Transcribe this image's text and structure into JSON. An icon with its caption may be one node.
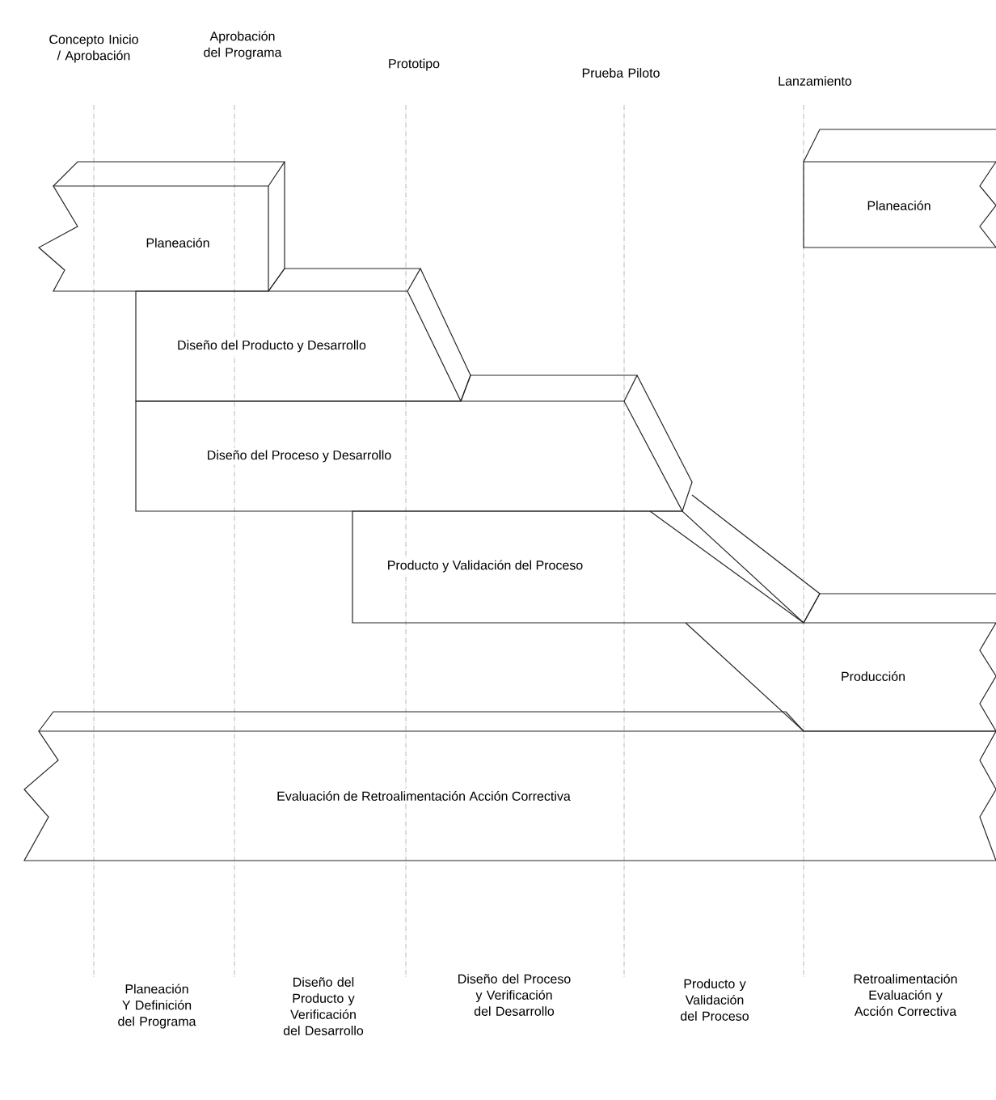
{
  "diagram": {
    "nodes": [
      {
        "text": [
          "Planeación"
        ]
      },
      {
        "text": [
          "Planeación"
        ]
      },
      {
        "text": [
          "Diseño del Producto y Desarrollo"
        ]
      },
      {
        "text": [
          "Diseño del Proceso y Desarrollo"
        ]
      },
      {
        "text": [
          "Producto y Validación del Proceso"
        ]
      },
      {
        "text": [
          "Producción"
        ]
      },
      {
        "text": [
          "Evaluación de Retroalimentación Acción Correctiva"
        ]
      }
    ],
    "labels": [
      "Concepto Inicio / Aprobación",
      "Aprobación del Programa",
      "Prototipo",
      "Prueba Piloto",
      "Lanzamiento",
      "Planeación Y Definición del Programa",
      "Diseño del Producto y Verificación del Desarrollo",
      "Diseño del Proceso y Verificación del Desarrollo",
      "Producto y Validación del Proceso",
      "Retroalimentación Evaluación y Acción Correctiva"
    ]
  }
}
